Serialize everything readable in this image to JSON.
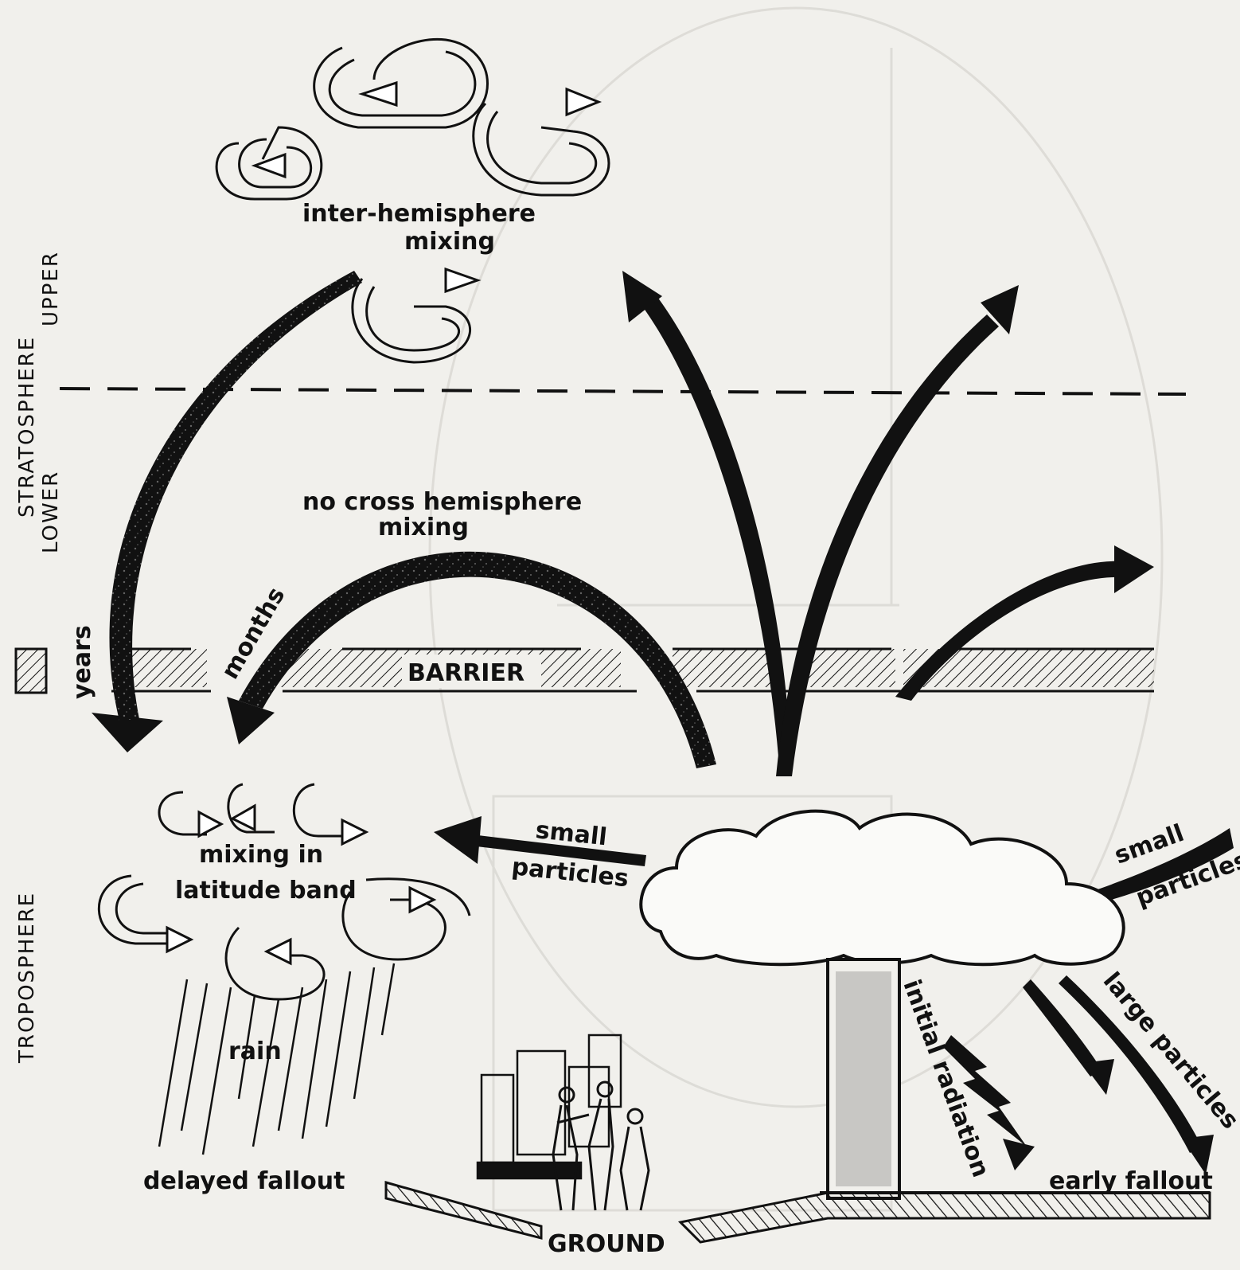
{
  "labels": {
    "inter_hemisphere_1": "inter-hemisphere",
    "inter_hemisphere_2": "mixing",
    "no_cross_1": "no cross hemisphere",
    "no_cross_2": "mixing",
    "months": "months",
    "years": "years",
    "barrier": "BARRIER",
    "mixing_band_1": "mixing in",
    "mixing_band_2": "latitude band",
    "small_left_1": "small",
    "small_left_2": "particles",
    "small_right_1": "small",
    "small_right_2": "particles",
    "rain": "rain",
    "delayed_fallout": "delayed fallout",
    "ground": "GROUND",
    "initial_radiation": "initial radiation",
    "large_particles": "large particles",
    "early_fallout": "early fallout"
  },
  "side_labels": {
    "upper": "UPPER",
    "stratosphere": "STRATOSPHERE",
    "lower": "LOWER",
    "troposphere": "TROPOSPHERE"
  },
  "colors": {
    "ink": "#111111",
    "paper": "#f1f0ec",
    "ghost": "#c9c8c4"
  },
  "icons": [
    "swirl-arrow-icon",
    "fallout-arrow-icon",
    "mushroom-cloud-icon",
    "city-skyline-icon",
    "people-icon",
    "lightning-icon"
  ]
}
